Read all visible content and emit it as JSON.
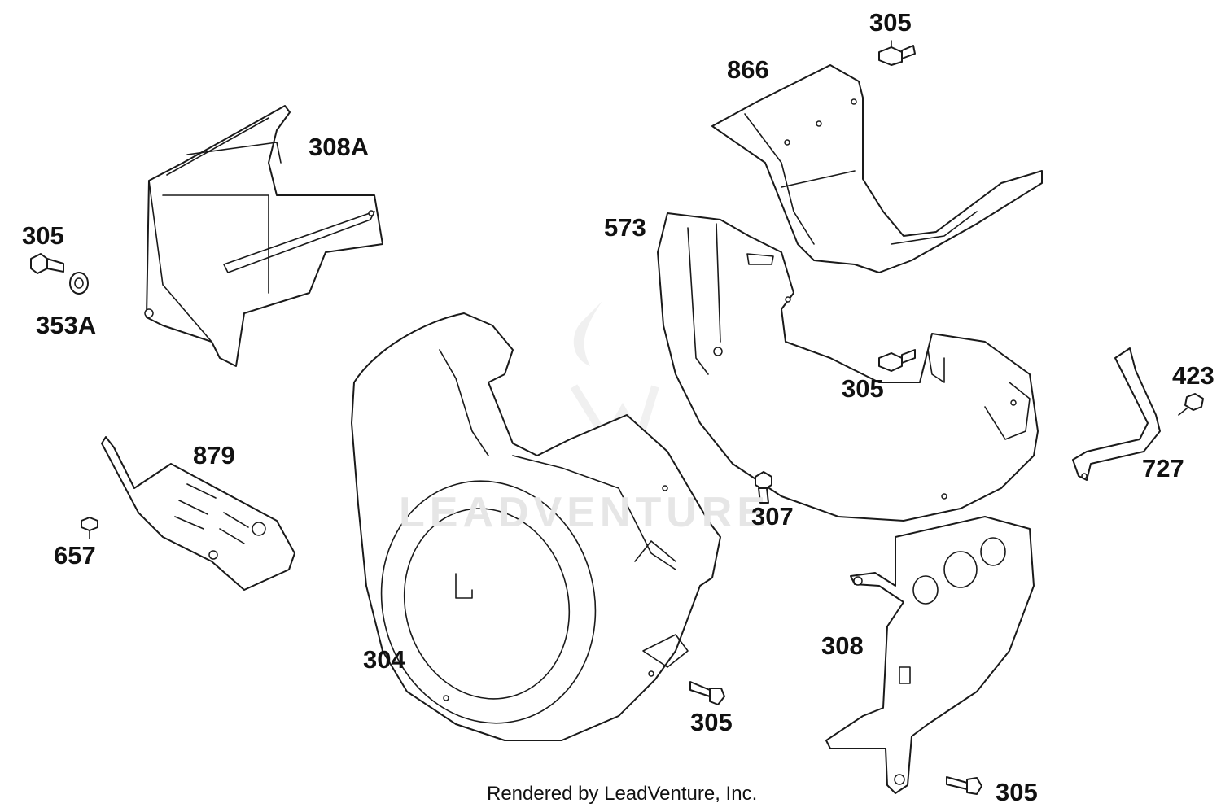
{
  "watermark": "LEADVENTURE",
  "footer": "Rendered by LeadVenture, Inc.",
  "callouts": {
    "p305_top": "305",
    "p866": "866",
    "p308A": "308A",
    "p305_left": "305",
    "p353A": "353A",
    "p573": "573",
    "p305_mid": "305",
    "p423": "423",
    "p879": "879",
    "p727": "727",
    "p307": "307",
    "p657": "657",
    "p308": "308",
    "p304": "304",
    "p305_bottom": "305",
    "p305_bottom_right": "305"
  }
}
